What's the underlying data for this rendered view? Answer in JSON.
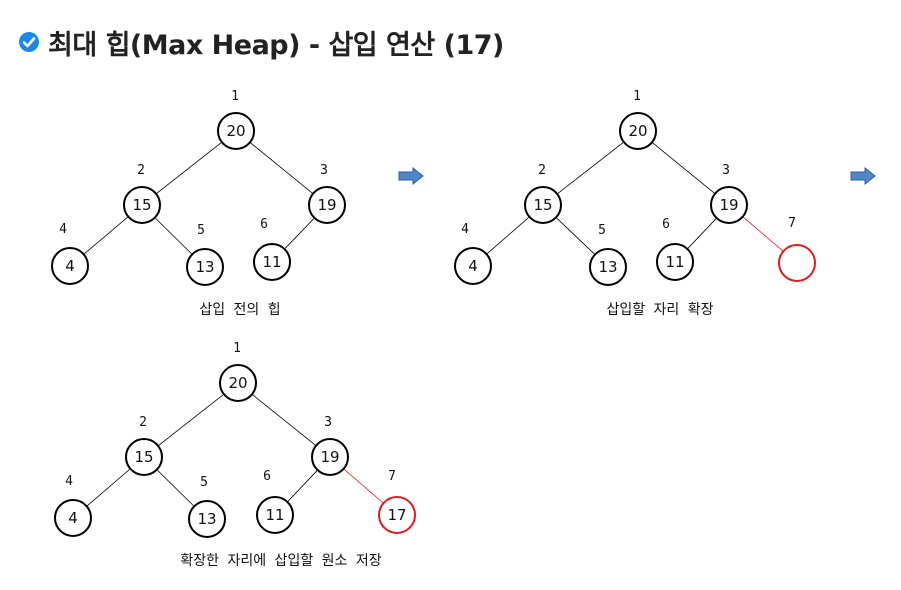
{
  "title": "최대 힙(Max Heap) - 삽입 연산 (17)",
  "icon": "check-circle-icon",
  "accent_color": "#1e88e5",
  "highlight_color": "#d42020",
  "arrow_icon": "right-arrow-icon",
  "trees": [
    {
      "caption": "삽입 전의 힙",
      "nodes": [
        {
          "index": "1",
          "value": "20"
        },
        {
          "index": "2",
          "value": "15"
        },
        {
          "index": "3",
          "value": "19"
        },
        {
          "index": "4",
          "value": "4"
        },
        {
          "index": "5",
          "value": "13"
        },
        {
          "index": "6",
          "value": "11"
        }
      ]
    },
    {
      "caption": "삽입할 자리 확장",
      "nodes": [
        {
          "index": "1",
          "value": "20"
        },
        {
          "index": "2",
          "value": "15"
        },
        {
          "index": "3",
          "value": "19"
        },
        {
          "index": "4",
          "value": "4"
        },
        {
          "index": "5",
          "value": "13"
        },
        {
          "index": "6",
          "value": "11"
        },
        {
          "index": "7",
          "value": "",
          "highlight": true
        }
      ]
    },
    {
      "caption": "확장한 자리에 삽입할 원소 저장",
      "nodes": [
        {
          "index": "1",
          "value": "20"
        },
        {
          "index": "2",
          "value": "15"
        },
        {
          "index": "3",
          "value": "19"
        },
        {
          "index": "4",
          "value": "4"
        },
        {
          "index": "5",
          "value": "13"
        },
        {
          "index": "6",
          "value": "11"
        },
        {
          "index": "7",
          "value": "17",
          "highlight": true
        }
      ]
    }
  ]
}
